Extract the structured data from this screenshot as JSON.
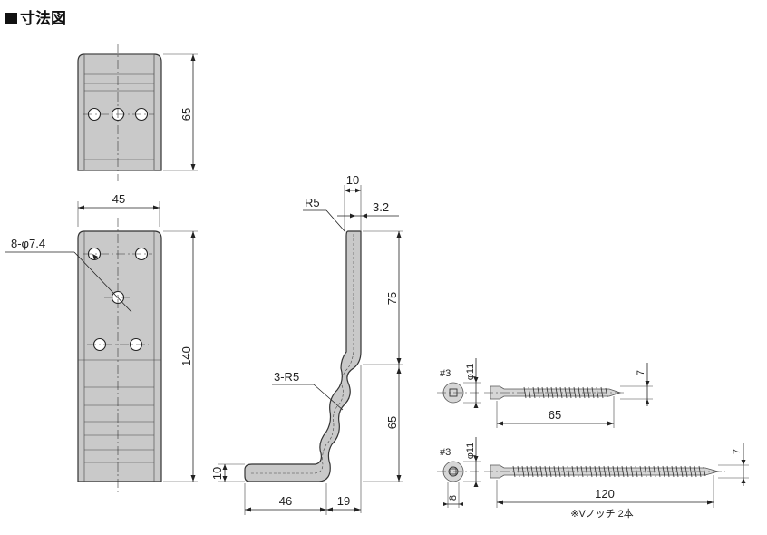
{
  "header": {
    "title": "寸法図"
  },
  "front_view_top": {
    "height_label": "65"
  },
  "front_view_main": {
    "width_label": "45",
    "height_label": "140",
    "hole_label": "8-φ7.4",
    "foot_label": "10"
  },
  "side_view": {
    "top_width": "10",
    "radius_label": "R5",
    "thickness_label": "3.2",
    "upper_height": "75",
    "lower_height": "65",
    "wave_label": "3-R5",
    "base_length": "46",
    "offset_length": "19"
  },
  "screw_short": {
    "head_label": "#3",
    "diameter_label": "φ11",
    "thread_label": "7",
    "length_label": "65"
  },
  "screw_long": {
    "head_label": "#3",
    "diameter_label": "φ11",
    "thread_label": "7",
    "length_label": "120",
    "head_width_label": "8",
    "note": "※Vノッチ 2本"
  },
  "colors": {
    "part_fill": "#c9c9c9",
    "line": "#222222"
  }
}
